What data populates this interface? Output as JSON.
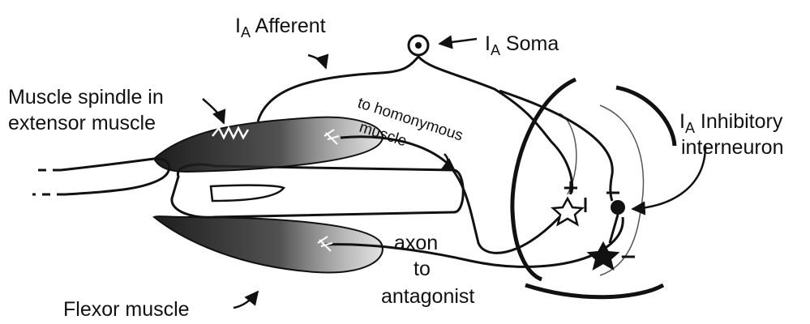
{
  "labels": {
    "ia_afferent": {
      "prefix": "I",
      "sub": "A",
      "text": " Afferent"
    },
    "ia_soma": {
      "prefix": "I",
      "sub": "A",
      "text": " Soma"
    },
    "ia_interneuron": {
      "prefix": "I",
      "sub": "A",
      "line1": " Inhibitory",
      "line2": "interneuron"
    },
    "muscle_spindle": {
      "line1": "Muscle spindle in",
      "line2": "extensor muscle"
    },
    "to_homonymous": {
      "line1": "to homonymous",
      "line2": "muscle"
    },
    "axon_antagonist": {
      "line1": "axon",
      "line2": "to",
      "line3": "antagonist"
    },
    "flexor": "Flexor muscle"
  },
  "signs": {
    "plus": "+",
    "minus": "−"
  },
  "colors": {
    "ink": "#111111",
    "paper": "#ffffff"
  }
}
